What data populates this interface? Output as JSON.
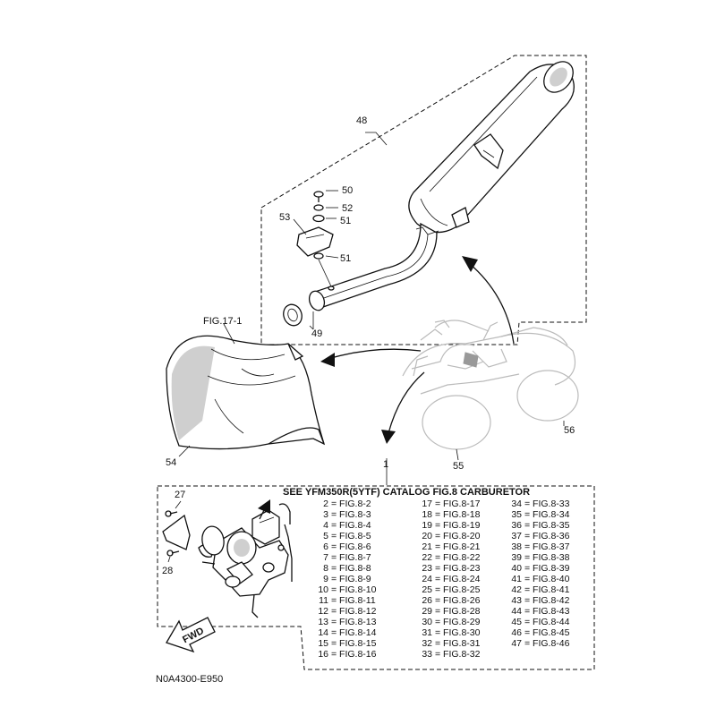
{
  "callouts": {
    "muffler": "48",
    "bolt": "50",
    "washer": "52",
    "bracket": "53",
    "damper_upper": "51",
    "damper_lower": "51",
    "gasket": "49",
    "front_fender": "54",
    "fig_ref": "FIG.17-1",
    "front_wheel": "55",
    "rear_wheel": "56",
    "carb_group": "1",
    "screw_upper": "27",
    "screw_lower": "28"
  },
  "carb_table": {
    "heading": "SEE YFM350R(5YTF) CATALOG FIG.8 CARBURETOR",
    "rows": [
      [
        "2 = FIG.8-2",
        "17 = FIG.8-17",
        "34 = FIG.8-33"
      ],
      [
        "3 = FIG.8-3",
        "18 = FIG.8-18",
        "35 = FIG.8-34"
      ],
      [
        "4 = FIG.8-4",
        "19 = FIG.8-19",
        "36 = FIG.8-35"
      ],
      [
        "5 = FIG.8-5",
        "20 = FIG.8-20",
        "37 = FIG.8-36"
      ],
      [
        "6 = FIG.8-6",
        "21 = FIG.8-21",
        "38 = FIG.8-37"
      ],
      [
        "7 = FIG.8-7",
        "22 = FIG.8-22",
        "39 = FIG.8-38"
      ],
      [
        "8 = FIG.8-8",
        "23 = FIG.8-23",
        "40 = FIG.8-39"
      ],
      [
        "9 = FIG.8-9",
        "24 = FIG.8-24",
        "41 = FIG.8-40"
      ],
      [
        "10 = FIG.8-10",
        "25 = FIG.8-25",
        "42 = FIG.8-41"
      ],
      [
        "11 = FIG.8-11",
        "26 = FIG.8-26",
        "43 = FIG.8-42"
      ],
      [
        "12 = FIG.8-12",
        "29 = FIG.8-28",
        "44 = FIG.8-43"
      ],
      [
        "13 = FIG.8-13",
        "30 = FIG.8-29",
        "45 = FIG.8-44"
      ],
      [
        "14 = FIG.8-14",
        "31 = FIG.8-30",
        "46 = FIG.8-45"
      ],
      [
        "15 = FIG.8-15",
        "32 = FIG.8-31",
        "47 = FIG.8-46"
      ],
      [
        "16 = FIG.8-16",
        "33 = FIG.8-32",
        ""
      ]
    ]
  },
  "fwd_label": "FWD",
  "drawing_code": "N0A4300-E950"
}
